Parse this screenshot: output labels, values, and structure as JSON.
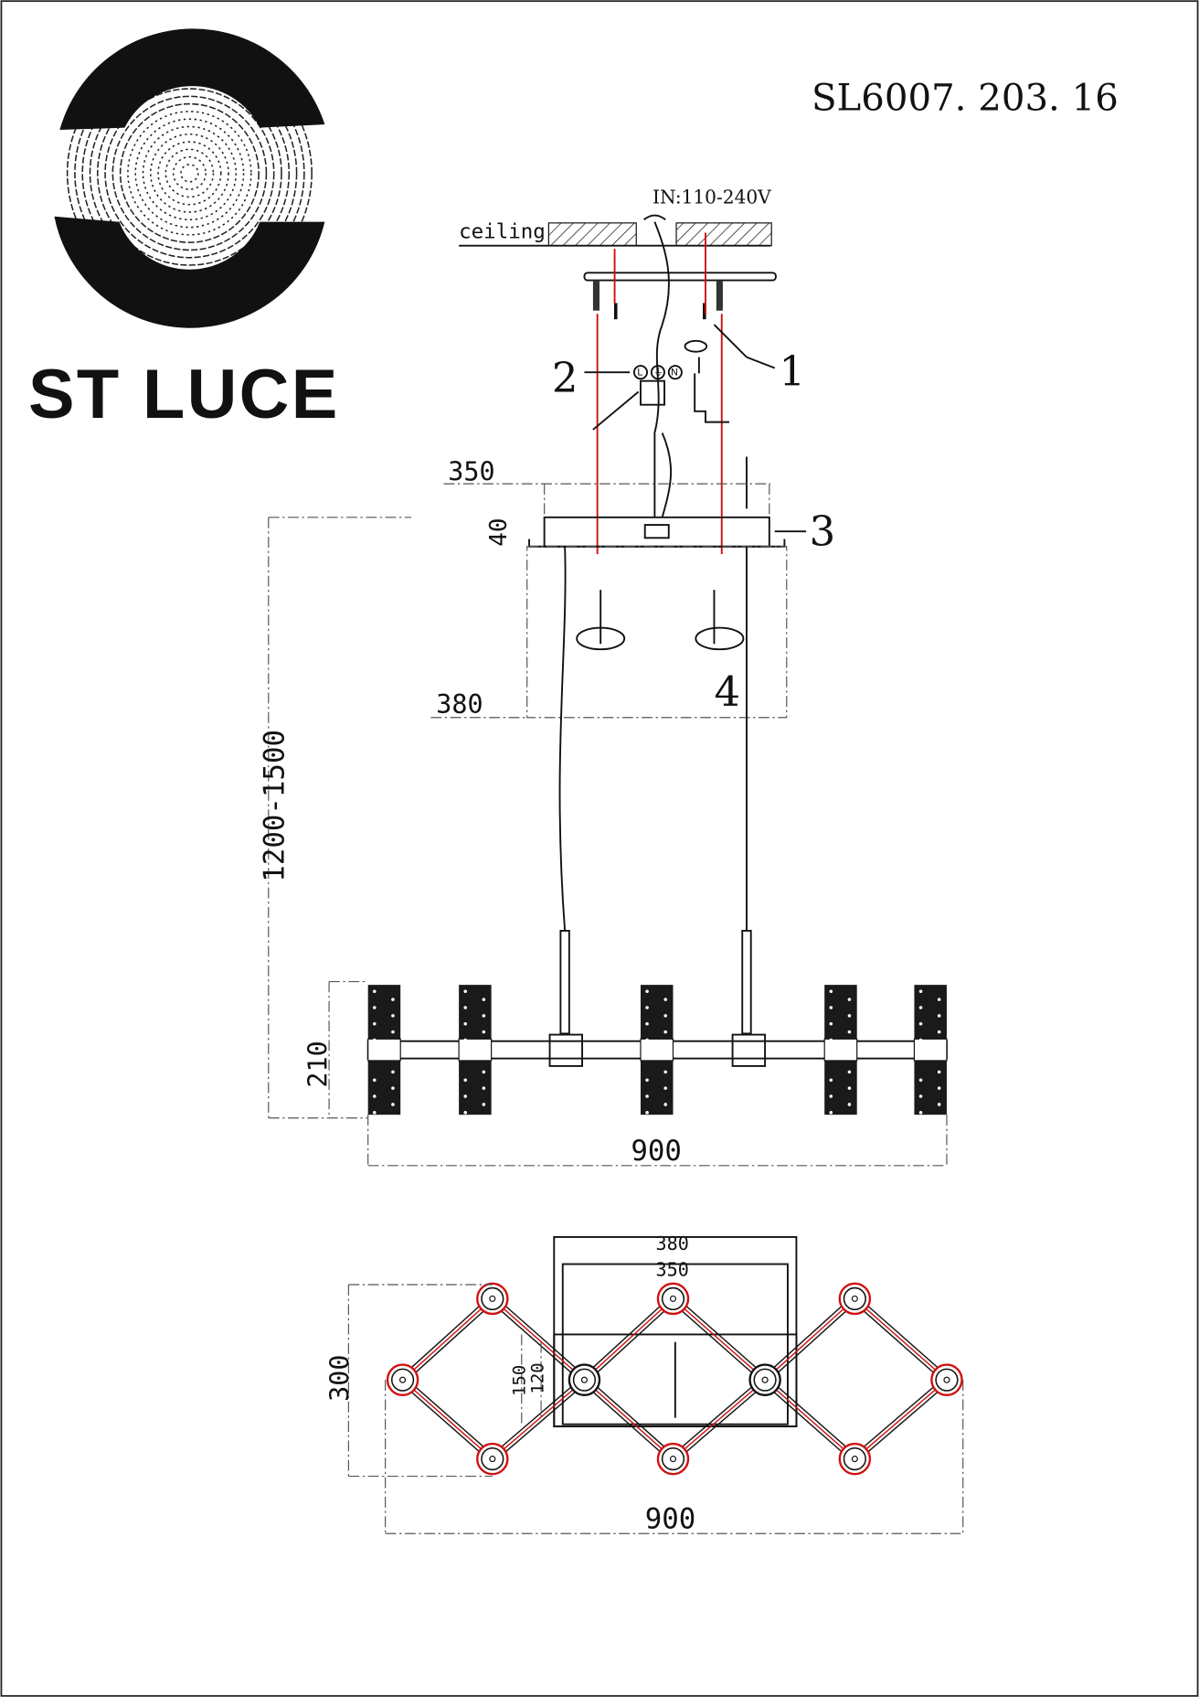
{
  "brand": {
    "name": "ST LUCE"
  },
  "model": "SL6007. 203. 16",
  "colors": {
    "line": "#111111",
    "mounting_guide": "#d01010",
    "background": "#ffffff"
  },
  "installation": {
    "ceiling_label": "ceiling",
    "input_voltage": "IN:110-240V",
    "terminal_labels": [
      "L",
      "⏚",
      "N"
    ],
    "step_numbers": [
      "1",
      "2",
      "3",
      "4"
    ]
  },
  "dimensions": {
    "canopy_width_inner": "350",
    "canopy_height": "40",
    "canopy_width_outer": "380",
    "suspension_height": "1200-1500",
    "fixture_height": "210",
    "fixture_width": "900",
    "plan_outer": "380",
    "plan_inner": "350",
    "plan_depth": "300",
    "plan_150": "150",
    "plan_120": "120",
    "plan_width": "900"
  }
}
